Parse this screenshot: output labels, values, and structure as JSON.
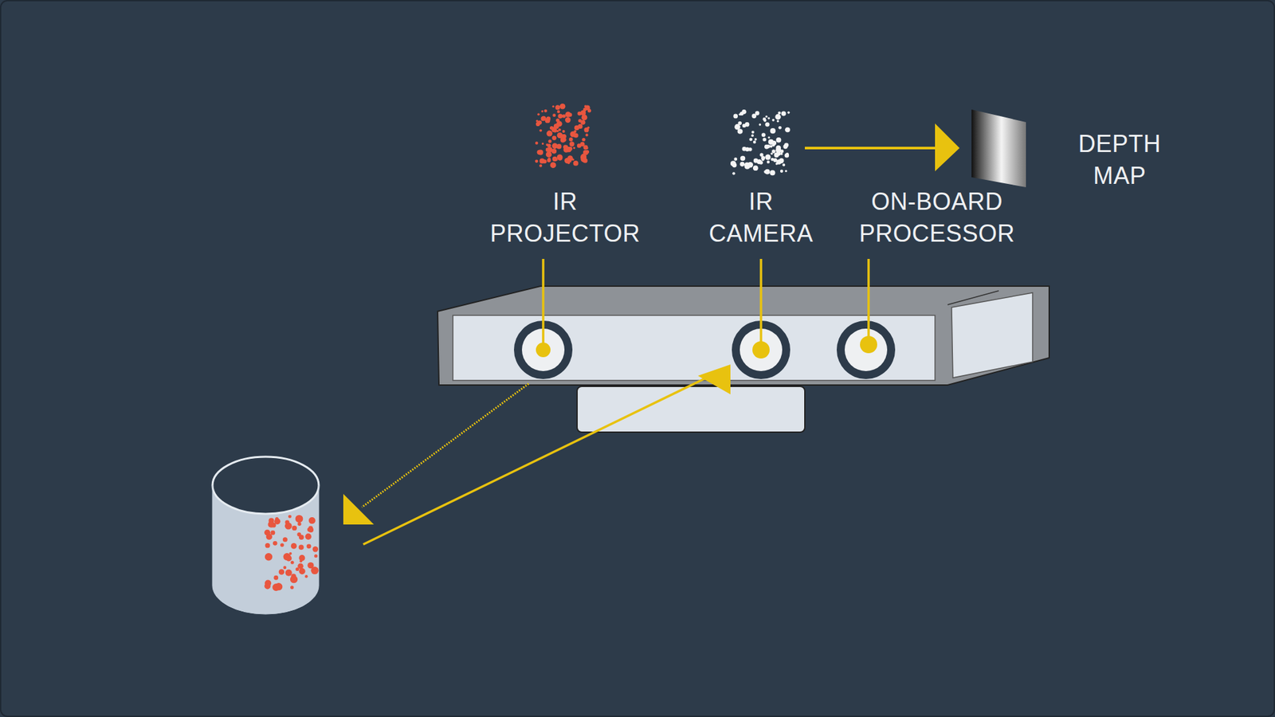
{
  "diagram": {
    "labels": [
      "IR PROJECTOR",
      "IR CAMERA",
      "ON-BOARD PROCESSOR",
      "DEPTH MAP"
    ]
  }
}
